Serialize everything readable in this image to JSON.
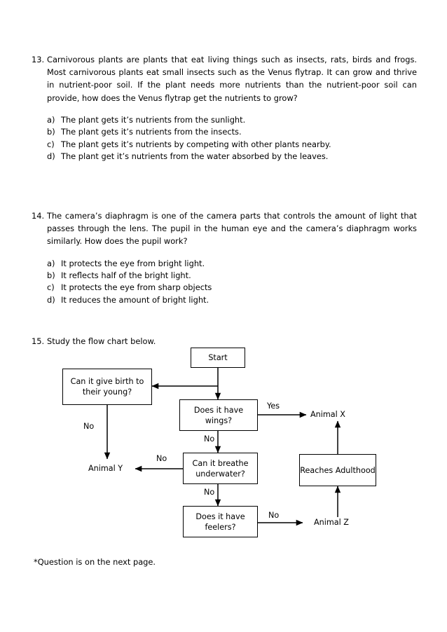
{
  "document": {
    "questions": [
      {
        "number": "13.",
        "stem": "Carnivorous plants are plants that eat living things such as insects, rats, birds and frogs. Most carnivorous plants eat small insects such as the Venus flytrap. It can grow and thrive in nutrient-poor soil. If the plant needs more nutrients than the nutrient-poor soil can provide, how does the Venus flytrap get the nutrients to grow?",
        "options": [
          {
            "letter": "a)",
            "text": "The plant gets it’s nutrients from the sunlight."
          },
          {
            "letter": "b)",
            "text": "The plant gets it’s nutrients from the insects."
          },
          {
            "letter": "c)",
            "text": "The plant gets it’s nutrients by competing with other plants nearby."
          },
          {
            "letter": "d)",
            "text": "The plant get it’s nutrients from the water absorbed by the leaves."
          }
        ]
      },
      {
        "number": "14.",
        "stem": "The camera’s diaphragm is one of the camera parts that controls the amount of light that passes through the lens. The pupil in the human eye and the camera’s diaphragm works similarly. How does the pupil work?",
        "options": [
          {
            "letter": "a)",
            "text": "It protects the eye from bright light."
          },
          {
            "letter": "b)",
            "text": "It reflects half of the bright light."
          },
          {
            "letter": "c)",
            "text": "It protects the eye from sharp objects"
          },
          {
            "letter": "d)",
            "text": "It reduces the amount of bright light."
          }
        ]
      },
      {
        "number": "15.",
        "stem": "Study the flow chart below.",
        "options": []
      }
    ],
    "footnote": "*Question is on the next page."
  },
  "flowchart": {
    "boxes": [
      {
        "id": "start",
        "text": "Start"
      },
      {
        "id": "give-birth",
        "text": "Can it give birth to their young?"
      },
      {
        "id": "wings",
        "text": "Does it have wings?"
      },
      {
        "id": "breathe",
        "text": "Can it breathe underwater?"
      },
      {
        "id": "feelers",
        "text": "Does it have feelers?"
      },
      {
        "id": "adulthood",
        "text": "Reaches Adulthood"
      }
    ],
    "terminals": [
      {
        "id": "animal-x",
        "text": "Animal X"
      },
      {
        "id": "animal-y",
        "text": "Animal Y"
      },
      {
        "id": "animal-z",
        "text": "Animal Z"
      }
    ],
    "edge_labels": [
      {
        "id": "birth-no",
        "text": "No"
      },
      {
        "id": "wings-yes",
        "text": "Yes"
      },
      {
        "id": "wings-no",
        "text": "No"
      },
      {
        "id": "breathe-no-left",
        "text": "No"
      },
      {
        "id": "breathe-no-down",
        "text": "No"
      },
      {
        "id": "feelers-no",
        "text": "No"
      }
    ],
    "colors": {
      "stroke": "#000000",
      "fill": "#ffffff"
    }
  }
}
